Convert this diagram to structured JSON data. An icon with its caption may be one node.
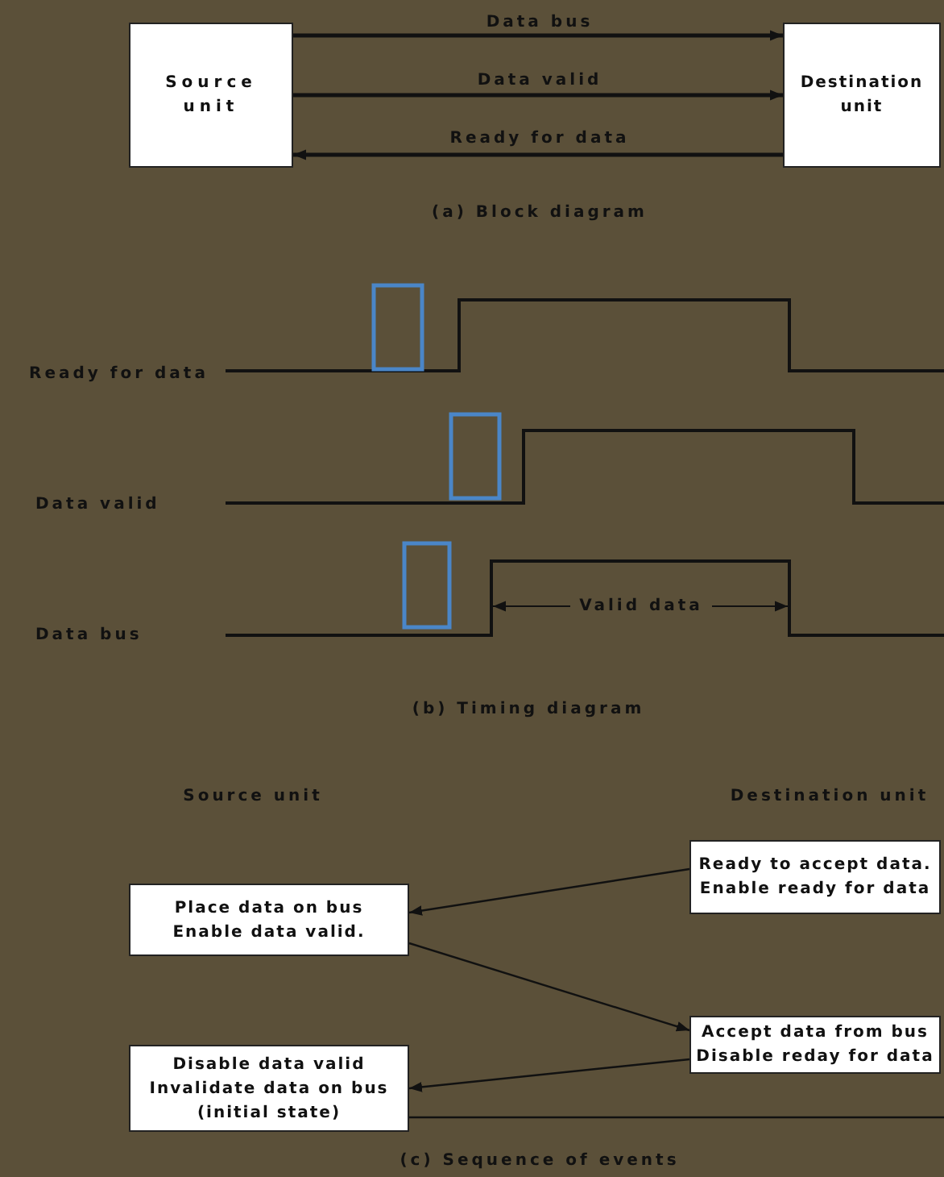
{
  "diagram": {
    "nodes": [
      {
        "text": [
          "Source unit"
        ]
      },
      {
        "text": [
          "Destination unit"
        ]
      },
      {
        "text": [
          "Ready to accept data.",
          "Enable ready for data"
        ]
      },
      {
        "text": [
          "Place data on bus",
          "Enable data valid."
        ]
      },
      {
        "text": [
          "Accept data from bus",
          "Disable reday for data"
        ]
      },
      {
        "text": [
          "Disable data valid",
          "Invalidate data on bus",
          "(initial state)"
        ]
      }
    ],
    "edges": [
      {
        "from": 0,
        "to": 1,
        "arrow": "to",
        "label": "Data bus"
      },
      {
        "from": 0,
        "to": 1,
        "arrow": "to",
        "label": "Data valid"
      },
      {
        "from": 1,
        "to": 0,
        "arrow": "to",
        "label": "Ready for data"
      },
      {
        "from": 2,
        "to": 3,
        "arrow": "to"
      },
      {
        "from": 3,
        "to": 4,
        "arrow": "to"
      },
      {
        "from": 4,
        "to": 5,
        "arrow": "to"
      },
      {
        "from": 5,
        "to": null,
        "arrow": "none"
      }
    ],
    "labels": [
      "(a) Block diagram",
      "Ready for data",
      "Data valid",
      "Data bus",
      "Valid data",
      "(b) Timing diagram",
      "Source unit",
      "Destination unit",
      "(c) Sequence of events"
    ]
  }
}
